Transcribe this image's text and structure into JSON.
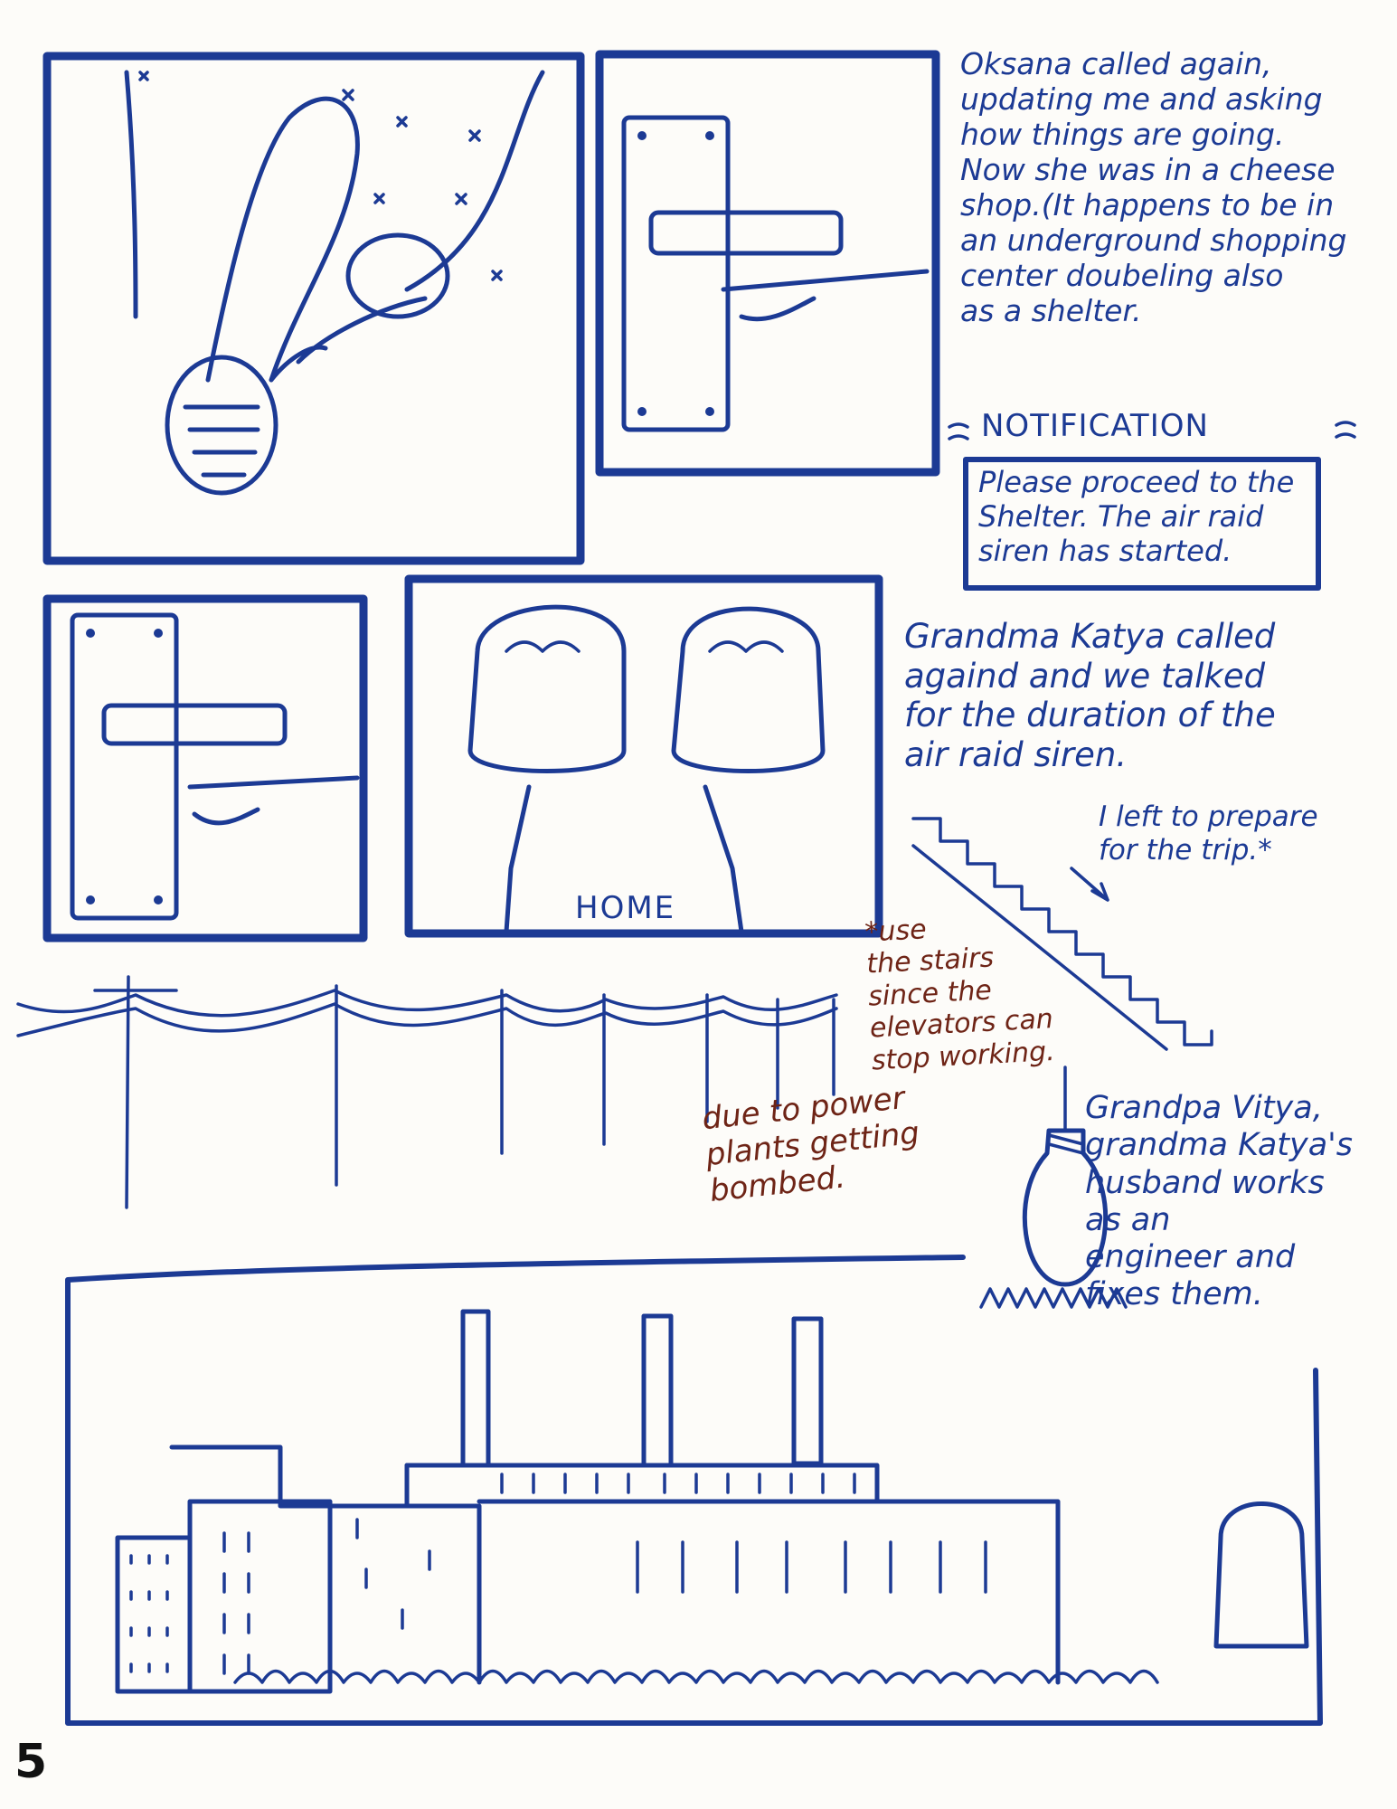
{
  "captions": {
    "oksana": "Oksana called again,\nupdating me and asking\nhow things are going.\nNow she was in a cheese\nshop.(It happens to be in\nan underground shopping\ncenter doubeling also\nas a shelter.",
    "katya": "Grandma Katya called\nagaind and we talked\nfor the duration of the\nair raid siren.",
    "left_trip": "I left to prepare\nfor the trip.*",
    "stairs_note": "*use\nthe stairs\nsince the\nelevators can\nstop working.",
    "power_note": "due to power\nplants getting\nbombed.",
    "vitya": "Grandpa Vitya,\ngrandma Katya's\nhusband works\nas an\nengineer and\nfixes them."
  },
  "notification": {
    "title": "NOTIFICATION",
    "message": "Please proceed to the\nShelter. The air raid\nsiren has started."
  },
  "doormat_label": "HOME",
  "page_number": "5",
  "colors": {
    "ink_blue": "#1c3a94",
    "ink_brown": "#6e2416",
    "paper": "#fdfcf9"
  }
}
